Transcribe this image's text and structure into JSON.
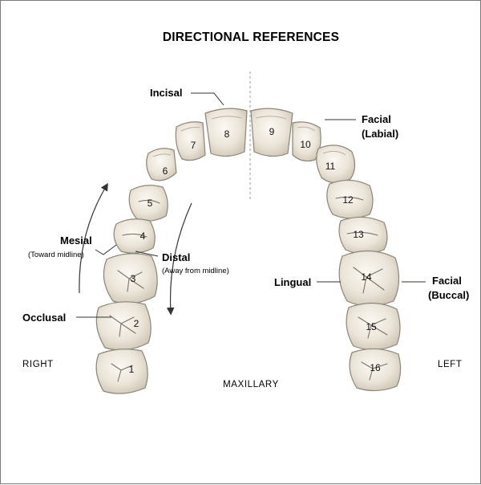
{
  "title": "DIRECTIONAL REFERENCES",
  "arch": "MAXILLARY",
  "sides": {
    "right": "RIGHT",
    "left": "LEFT"
  },
  "labels": {
    "incisal": "Incisal",
    "facial_labial_1": "Facial",
    "facial_labial_2": "(Labial)",
    "mesial": "Mesial",
    "mesial_sub": "(Toward midline)",
    "distal": "Distal",
    "distal_sub": "(Away from midline)",
    "lingual": "Lingual",
    "facial_buccal_1": "Facial",
    "facial_buccal_2": "(Buccal)",
    "occlusal": "Occlusal"
  },
  "teeth": [
    "1",
    "2",
    "3",
    "4",
    "5",
    "6",
    "7",
    "8",
    "9",
    "10",
    "11",
    "12",
    "13",
    "14",
    "15",
    "16"
  ]
}
